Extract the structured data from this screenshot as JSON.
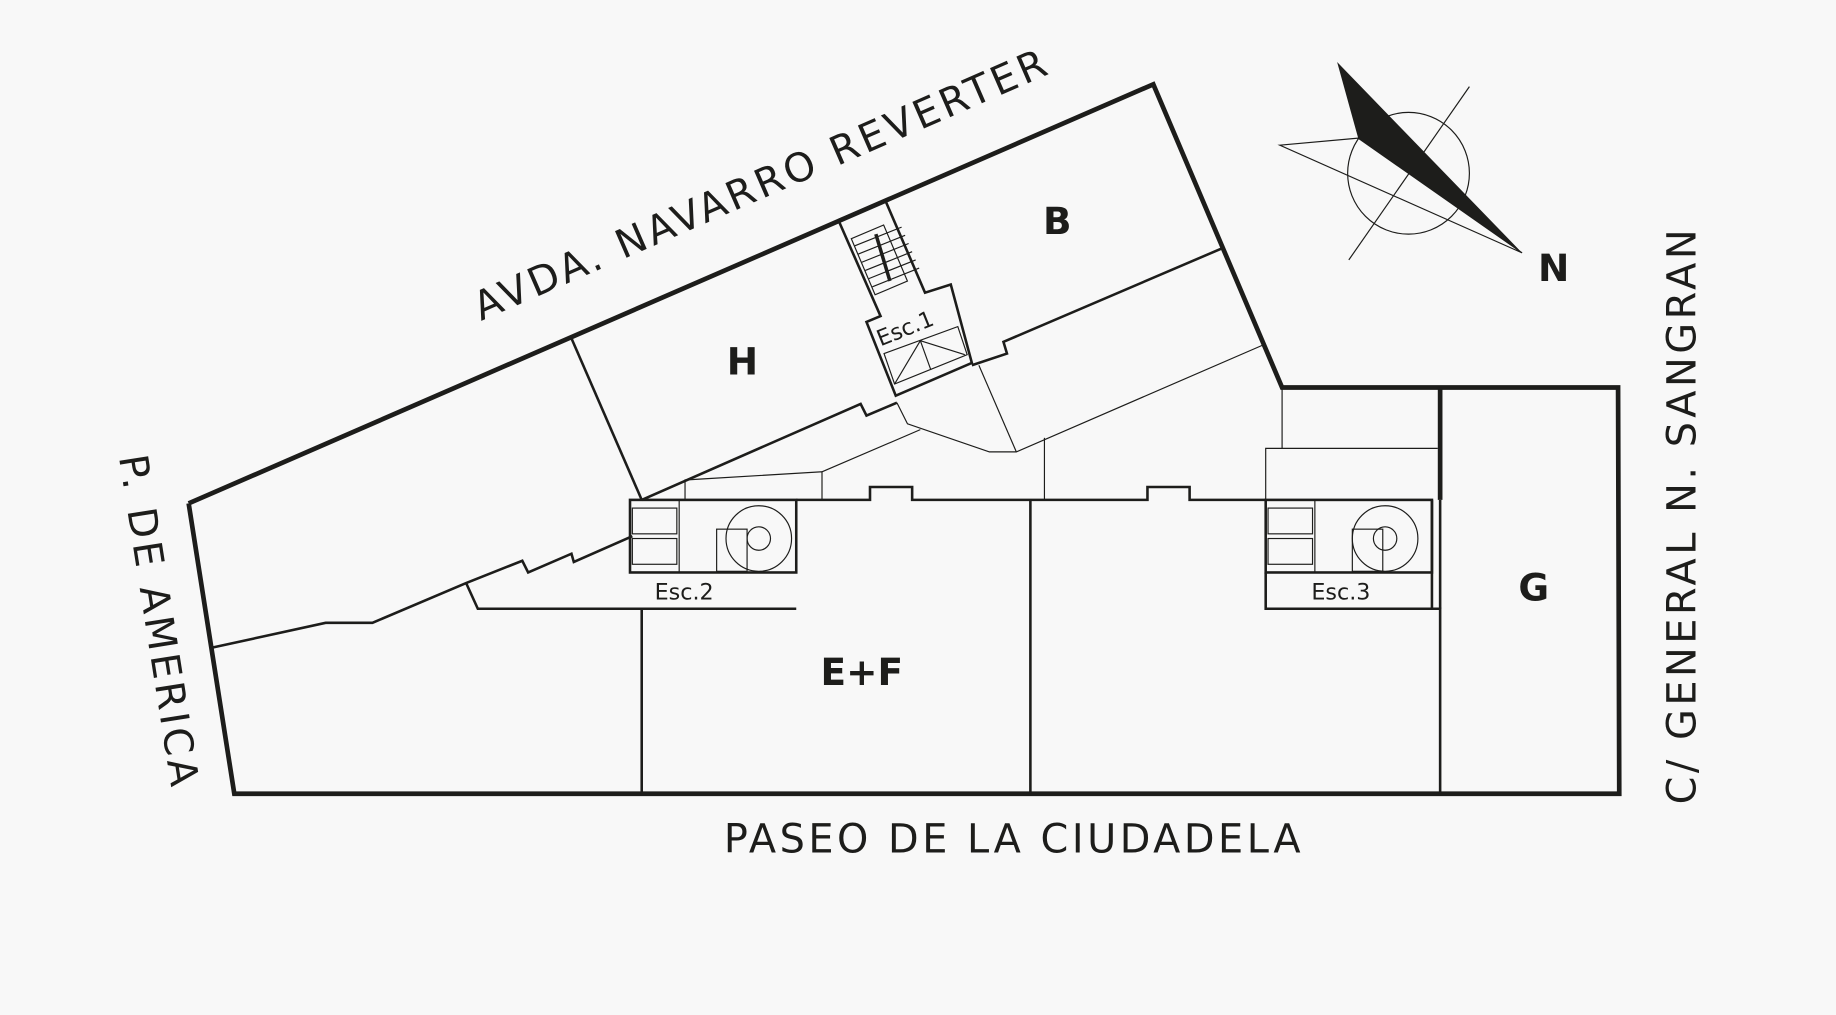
{
  "streets": {
    "north": "AVDA. NAVARRO REVERTER",
    "west": "P. DE AMERICA",
    "south": "PASEO DE LA CIUDADELA",
    "east": "C/ GENERAL N. SANGRAN"
  },
  "units": [
    "B",
    "H",
    "E+F",
    "G"
  ],
  "stairs": [
    "Esc.1",
    "Esc.2",
    "Esc.3"
  ],
  "compass": {
    "label": "N"
  },
  "colors": {
    "ink": "#1d1d1b",
    "background": "#f8f8f8"
  }
}
